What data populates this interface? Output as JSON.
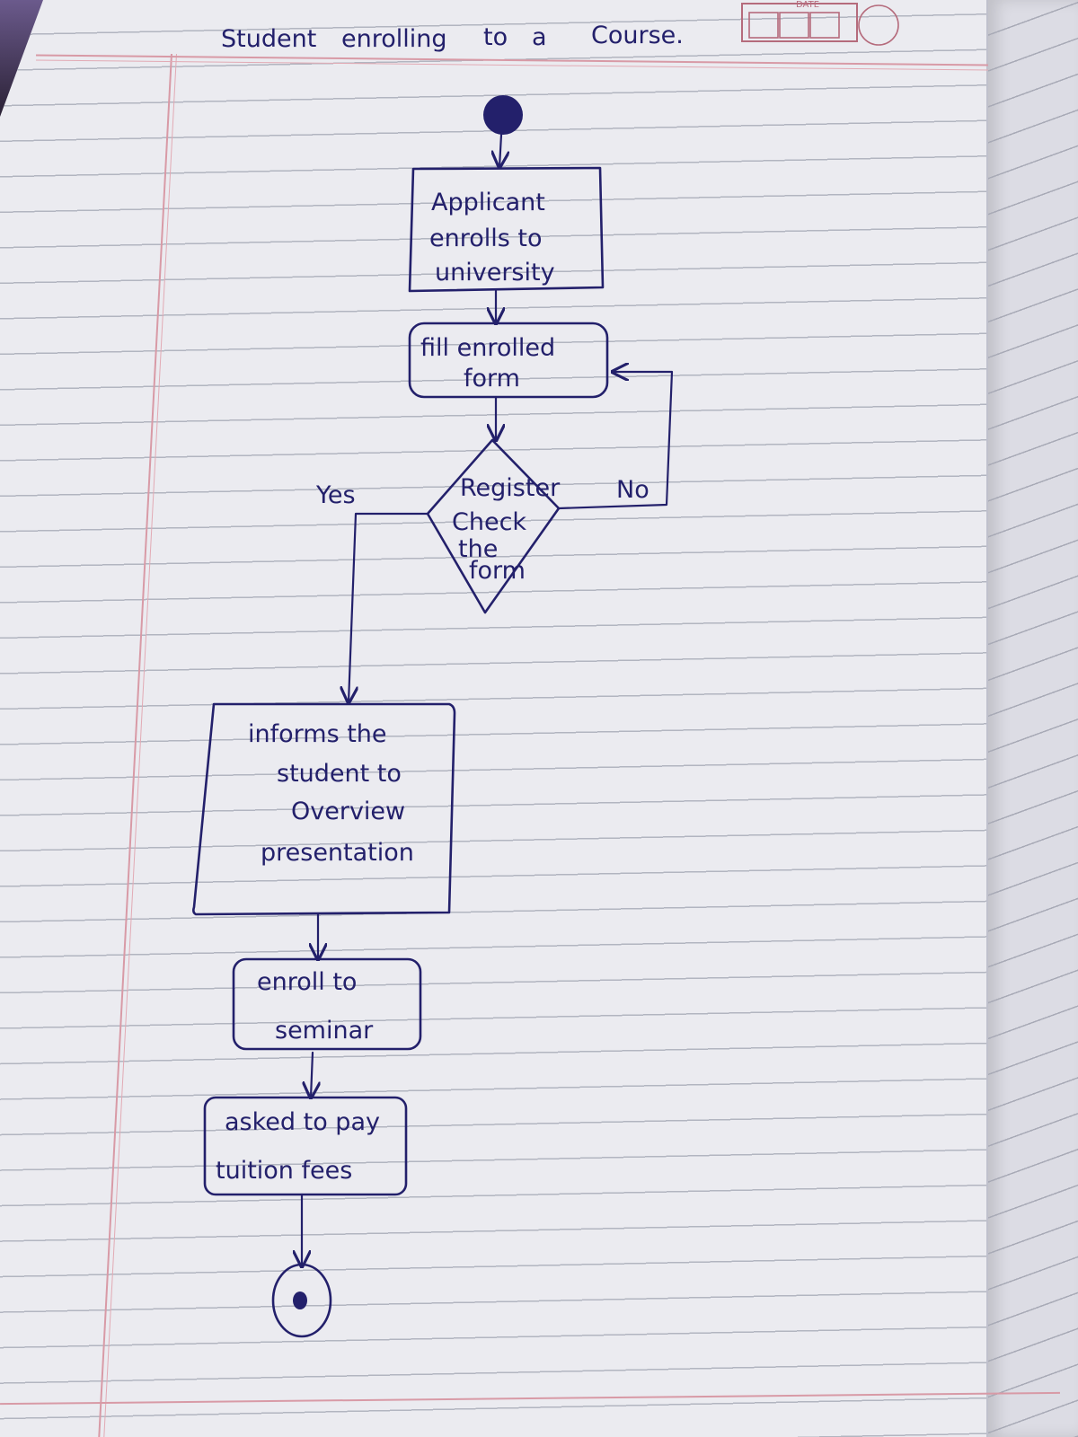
{
  "title_words": [
    "Student",
    "enrolling",
    "to",
    "a",
    "Course."
  ],
  "date_box_label": "DATE",
  "nodes": {
    "applicant": {
      "lines": [
        "Applicant",
        "enrolls to",
        "university"
      ]
    },
    "fill_form": {
      "lines": [
        "fill enrolled",
        "form"
      ]
    },
    "decision": {
      "lines": [
        "Register",
        "Check",
        "the",
        "form"
      ]
    },
    "informs": {
      "lines": [
        "informs the",
        "student to",
        "Overview",
        "presentation"
      ]
    },
    "seminar": {
      "lines": [
        "enroll to",
        "seminar"
      ]
    },
    "tuition": {
      "lines": [
        "asked to pay",
        "tuition fees"
      ]
    }
  },
  "edge_labels": {
    "yes": "Yes",
    "no": "No"
  },
  "ink_color": "#23206b"
}
